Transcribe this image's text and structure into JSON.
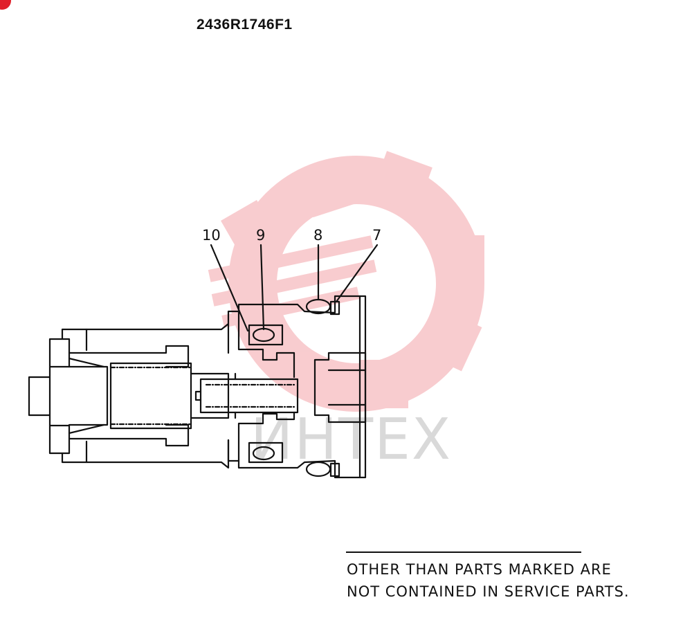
{
  "document": {
    "code": "2436R1746F1"
  },
  "callouts": [
    {
      "id": "10",
      "label": "10"
    },
    {
      "id": "9",
      "label": "9"
    },
    {
      "id": "8",
      "label": "8"
    },
    {
      "id": "7",
      "label": "7"
    }
  ],
  "note": {
    "line1": "OTHER THAN PARTS MARKED ARE",
    "line2": "NOT CONTAINED IN SERVICE PARTS."
  },
  "watermark": {
    "text": "ИНТЕХ",
    "color": "#f4a3a8"
  },
  "colors": {
    "ink": "#111111",
    "accent": "#e0202a"
  }
}
